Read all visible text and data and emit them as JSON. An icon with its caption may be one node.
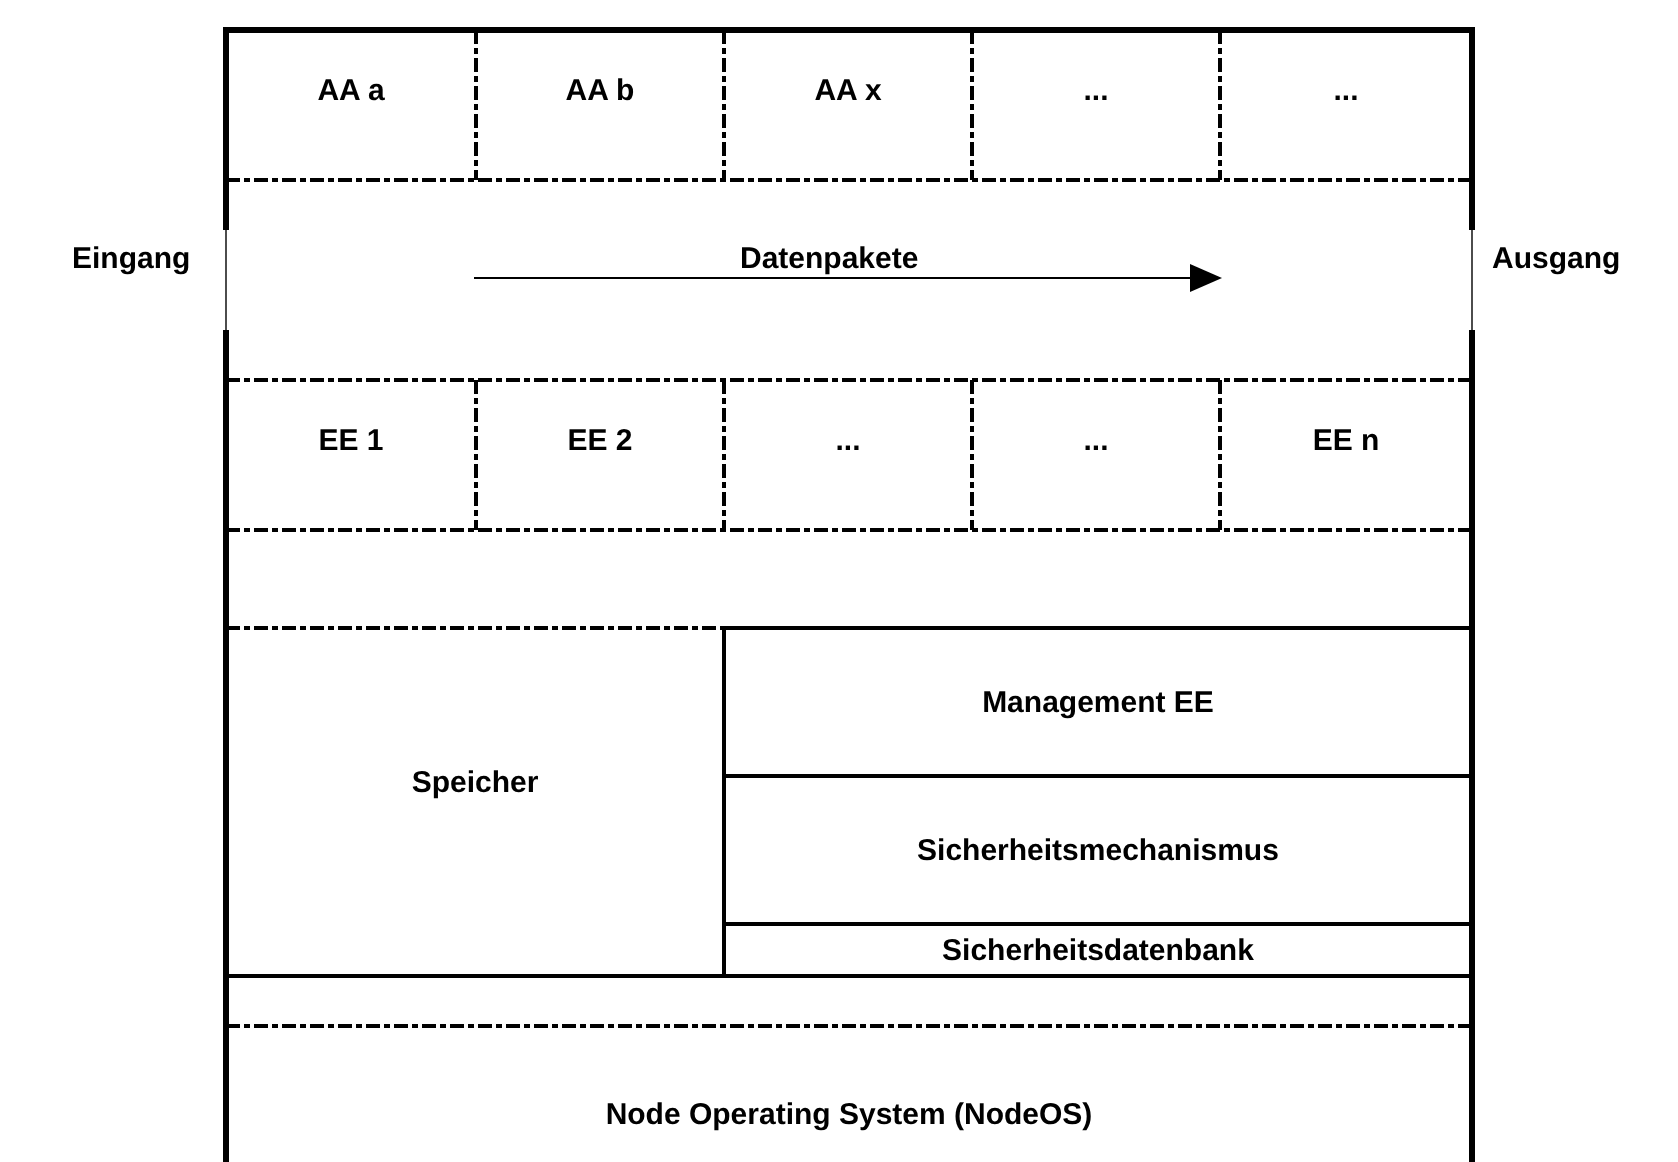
{
  "diagram": {
    "nodes": [
      {
        "text": [
          "AA a"
        ]
      },
      {
        "text": [
          "AA b"
        ]
      },
      {
        "text": [
          "AA x"
        ]
      },
      {
        "text": [
          "..."
        ]
      },
      {
        "text": [
          "..."
        ]
      },
      {
        "text": [
          "EE 1"
        ]
      },
      {
        "text": [
          "EE 2"
        ]
      },
      {
        "text": [
          "..."
        ]
      },
      {
        "text": [
          "..."
        ]
      },
      {
        "text": [
          "EE n"
        ]
      },
      {
        "text": [
          "Speicher"
        ]
      },
      {
        "text": [
          "Management EE"
        ]
      },
      {
        "text": [
          "Sicherheitsmechanismus"
        ]
      },
      {
        "text": [
          "Sicherheitsdatenbank"
        ]
      },
      {
        "text": [
          "Node Operating System (NodeOS)"
        ]
      }
    ],
    "labels": [
      "Eingang",
      "Datenpakete",
      "Ausgang"
    ]
  }
}
